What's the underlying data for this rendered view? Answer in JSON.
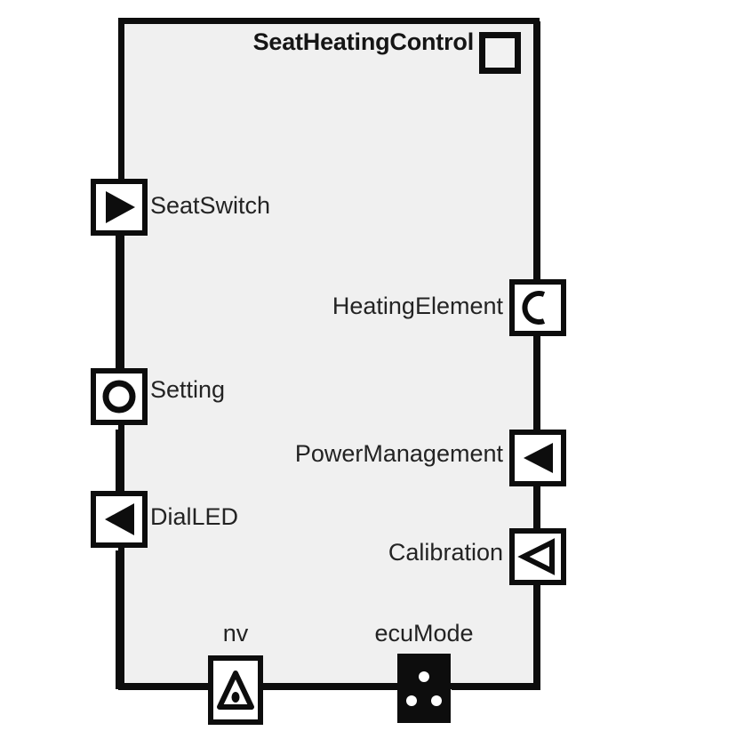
{
  "diagram": {
    "type": "sysml-block-definition",
    "block_name": "SeatHeatingControl",
    "header_icon": "empty-square-icon",
    "background_color": "#f0f0f0",
    "border_color": "#0d0d0d",
    "canvas_color": "#ffffff"
  },
  "ports": {
    "left": [
      {
        "label": "SeatSwitch",
        "icon": "filled-right-triangle-icon",
        "side": "left",
        "label_side": "right"
      },
      {
        "label": "Setting",
        "icon": "circle-ring-icon",
        "side": "left",
        "label_side": "right"
      },
      {
        "label": "DialLED",
        "icon": "filled-left-triangle-icon",
        "side": "left",
        "label_side": "right"
      }
    ],
    "right": [
      {
        "label": "HeatingElement",
        "icon": "socket-arc-icon",
        "side": "right",
        "label_side": "left"
      },
      {
        "label": "PowerManagement",
        "icon": "filled-left-triangle-icon",
        "side": "right",
        "label_side": "left"
      },
      {
        "label": "Calibration",
        "icon": "outline-left-triangle-icon",
        "side": "right",
        "label_side": "left"
      }
    ],
    "bottom": [
      {
        "label": "nv",
        "icon": "triangle-dot-icon",
        "side": "bottom",
        "label_side": "top"
      },
      {
        "label": "ecuMode",
        "icon": "three-dot-black-square-icon",
        "side": "bottom",
        "label_side": "top"
      }
    ]
  }
}
